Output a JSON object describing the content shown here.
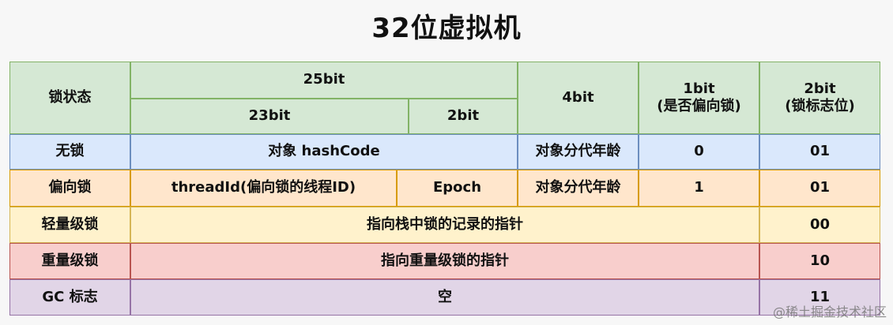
{
  "title": "32位虚拟机",
  "header": {
    "state": "锁状态",
    "bits25": "25bit",
    "bits23": "23bit",
    "bits2": "2bit",
    "bits4": "4bit",
    "bit1": "1bit\n(是否偏向锁)",
    "bit2flag": "2bit\n(锁标志位)"
  },
  "rows": {
    "unlocked": {
      "state": "无锁",
      "content": "对象 hashCode",
      "age": "对象分代年龄",
      "biased": "0",
      "flag": "01"
    },
    "biased": {
      "state": "偏向锁",
      "thread": "threadId(偏向锁的线程ID)",
      "epoch": "Epoch",
      "age": "对象分代年龄",
      "biased": "1",
      "flag": "01"
    },
    "light": {
      "state": "轻量级锁",
      "content": "指向栈中锁的记录的指针",
      "flag": "00"
    },
    "heavy": {
      "state": "重量级锁",
      "content": "指向重量级锁的指针",
      "flag": "10"
    },
    "gc": {
      "state": "GC 标志",
      "content": "空",
      "flag": "11"
    }
  },
  "watermark": "@稀土掘金技术社区"
}
